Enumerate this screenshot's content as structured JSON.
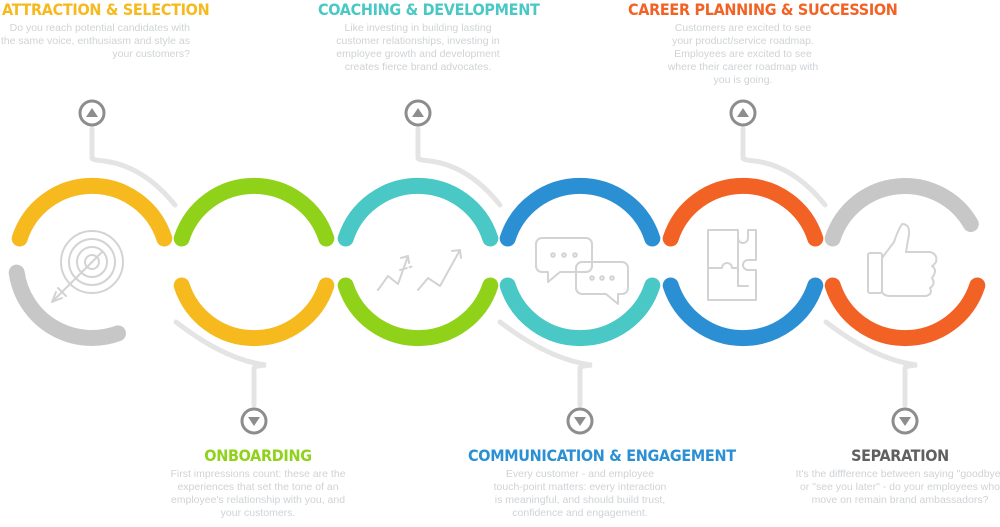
{
  "colors": {
    "yellow": "#F6B91E",
    "green": "#8FD219",
    "teal": "#49C8C6",
    "blue": "#2B8FD3",
    "orange": "#F26225",
    "gray": "#C7C7C7",
    "dark_gray": "#8D8D8D"
  },
  "stages": [
    {
      "title": "ATTRACTION & SELECTION",
      "color": "#F6B91E",
      "icon": "target-arrow-icon",
      "description": "Do you reach potential candidates with the same voice, enthusiasm and style as your customers?"
    },
    {
      "title": "ONBOARDING",
      "color": "#8FD219",
      "icon": "none",
      "description": "First impressions count: these are the experiences that set the tone of an employee's relationship with you, and your customers."
    },
    {
      "title": "COACHING & DEVELOPMENT",
      "color": "#49C8C6",
      "icon": "growth-arrows-icon",
      "description": "Like investing in building lasting customer relationships, investing in employee growth and development creates fierce brand advocates."
    },
    {
      "title": "COMMUNICATION & ENGAGEMENT",
      "color": "#2B8FD3",
      "icon": "chat-bubbles-icon",
      "description": "Every customer - and employee touch-point matters: every interaction is meaningful, and should build trust, confidence and engagement."
    },
    {
      "title": "CAREER PLANNING & SUCCESSION",
      "color": "#F26225",
      "icon": "puzzle-icon",
      "description": "Customers are excited to see your product/service roadmap. Employees are excited to see where their career roadmap with you is going."
    },
    {
      "title": "SEPARATION",
      "color": "#606060",
      "icon": "thumbs-up-icon",
      "description": "It's the diffference between saying \"goodbye\" or \"see you later\" - do your employees who move on remain brand ambassadors?"
    }
  ]
}
